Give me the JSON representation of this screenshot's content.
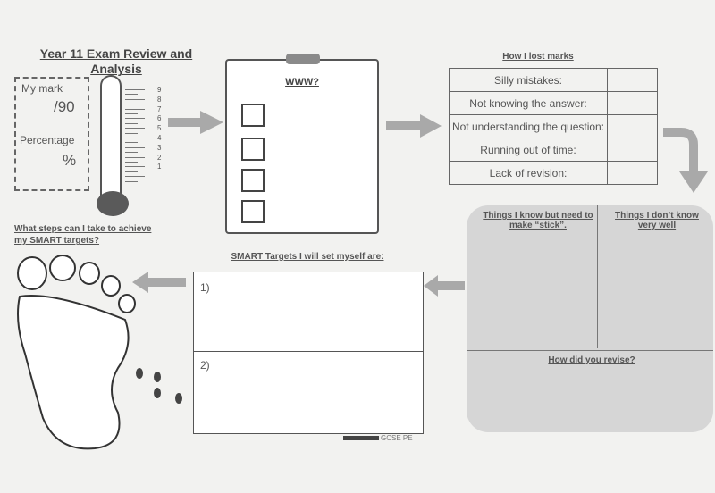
{
  "title": "Year 11  Exam Review and Analysis",
  "mark_box": {
    "my_mark_label": "My mark",
    "out_of": "/90",
    "percentage_label": "Percentage",
    "percent_sign": "%"
  },
  "thermometer_scale": [
    "9",
    "8",
    "7",
    "6",
    "5",
    "4",
    "3",
    "2",
    "1"
  ],
  "www": {
    "title": "WWW?"
  },
  "lost_marks": {
    "title": "How I lost marks",
    "rows": [
      "Silly mistakes:",
      "Not knowing the answer:",
      "Not understanding the question:",
      "Running out of time:",
      "Lack of revision:"
    ]
  },
  "things": {
    "know_stick": "Things I know but need to make “stick”.",
    "dont_know": "Things I don’t know very well",
    "how_revise": "How did you revise?"
  },
  "smart": {
    "title": "SMART Targets I will set myself are:",
    "item1": "1)",
    "item2": "2)"
  },
  "steps": {
    "title": "What steps can I take to achieve my SMART targets?"
  },
  "footer": {
    "text": "GCSE PE"
  },
  "colors": {
    "arrow": "#a9a9a9",
    "panel": "#d6d6d6"
  }
}
